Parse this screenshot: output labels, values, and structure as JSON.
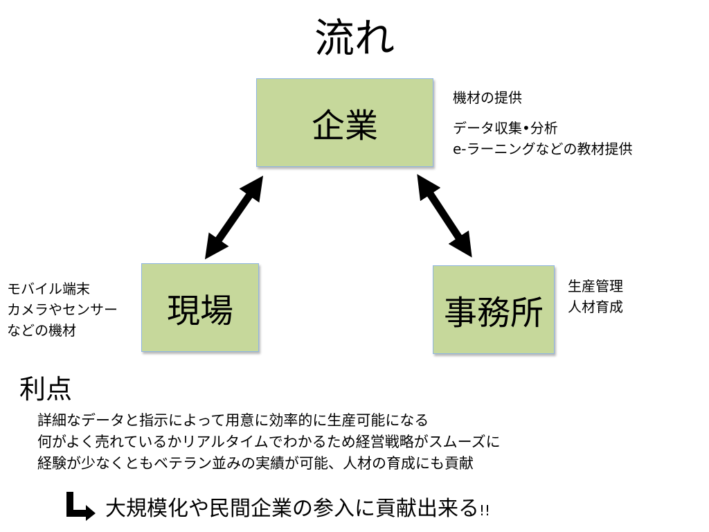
{
  "title": "流れ",
  "nodes": {
    "company": "企業",
    "field": "現場",
    "office": "事務所"
  },
  "notes": {
    "company": [
      "機材の提供",
      "データ収集•分析",
      "e-ラーニングなどの教材提供"
    ],
    "field": [
      "モバイル端末",
      "カメラやセンサー",
      "などの機材"
    ],
    "office": [
      "生産管理",
      "人材育成"
    ]
  },
  "benefits": {
    "title": "利点",
    "items": [
      "詳細なデータと指示によって用意に効率的に生産可能になる",
      "何がよく売れているかリアルタイムでわかるため経営戦略がスムーズに",
      "経験が少なくともベテラン並みの実績が可能、人材の育成にも貢献"
    ],
    "conclusion": "大規模化や民間企業の参入に貢献出来る",
    "conclusion_suffix": "!!"
  },
  "colors": {
    "box_fill": "#c6d89b",
    "box_border": "#8eb4e3",
    "arrow": "#000000"
  }
}
